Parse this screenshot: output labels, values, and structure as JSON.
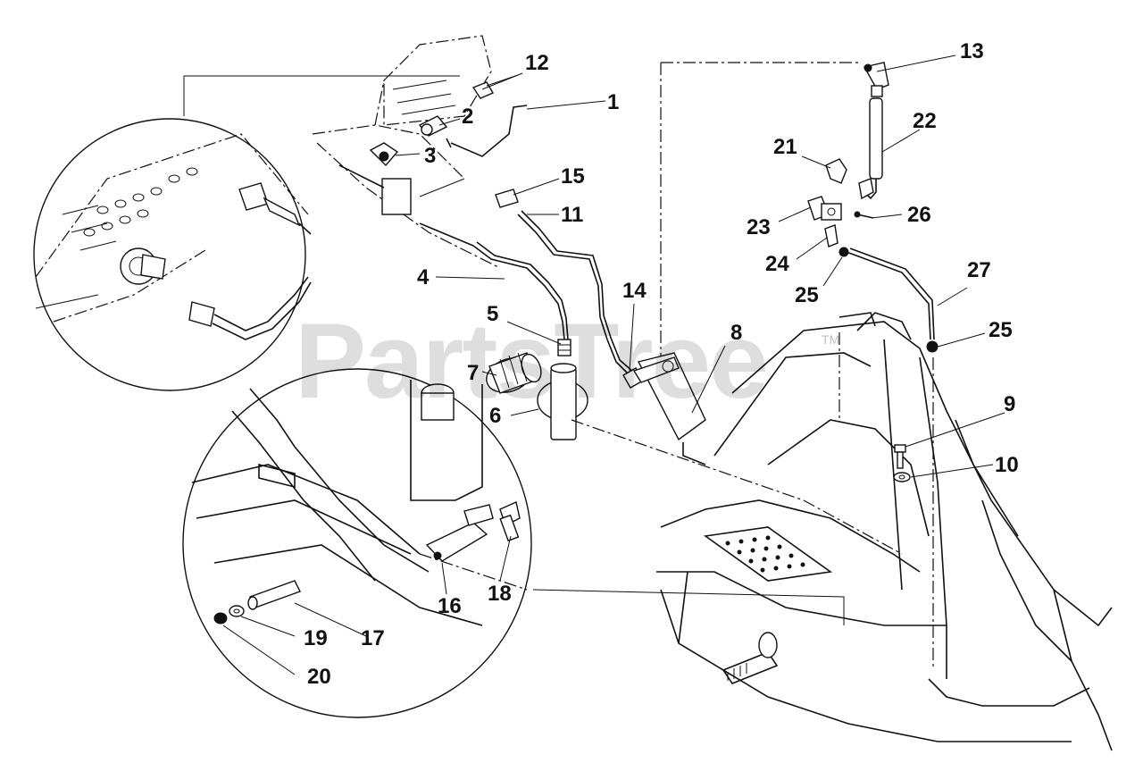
{
  "watermark": {
    "text": "PartsTree",
    "trademark": "TM"
  },
  "callouts": [
    {
      "num": "1"
    },
    {
      "num": "2"
    },
    {
      "num": "3"
    },
    {
      "num": "4"
    },
    {
      "num": "5"
    },
    {
      "num": "6"
    },
    {
      "num": "7"
    },
    {
      "num": "8"
    },
    {
      "num": "9"
    },
    {
      "num": "10"
    },
    {
      "num": "11"
    },
    {
      "num": "12"
    },
    {
      "num": "13"
    },
    {
      "num": "14"
    },
    {
      "num": "15"
    },
    {
      "num": "16"
    },
    {
      "num": "17"
    },
    {
      "num": "18"
    },
    {
      "num": "19"
    },
    {
      "num": "20"
    },
    {
      "num": "21"
    },
    {
      "num": "22"
    },
    {
      "num": "23"
    },
    {
      "num": "24"
    },
    {
      "num": "25"
    },
    {
      "num": "25"
    },
    {
      "num": "26"
    },
    {
      "num": "27"
    }
  ]
}
